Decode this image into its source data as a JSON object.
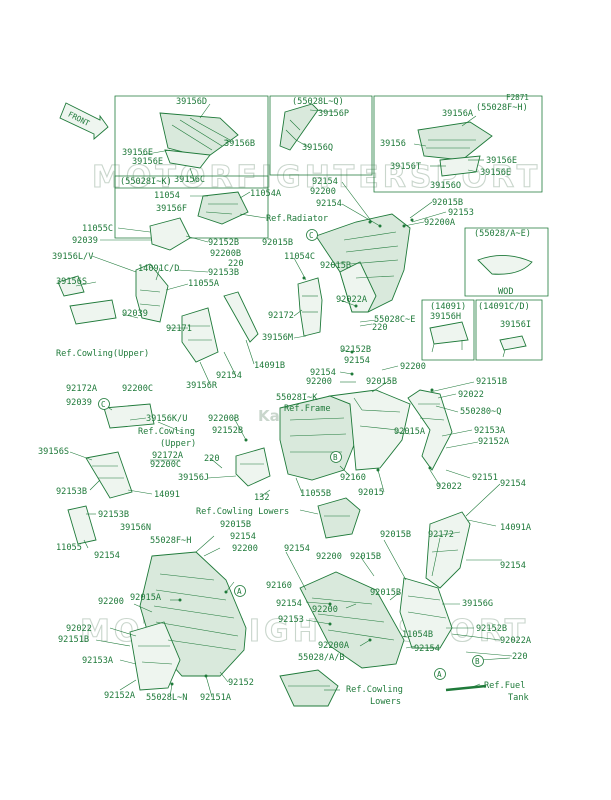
{
  "figure_code": "F2871",
  "front_arrow_text": "FRONT",
  "watermarks": [
    "MOTORFIGHTERSPORT",
    "MOTORFIGHTERSPORT",
    "Kawasaki"
  ],
  "circle_refs": [
    "C",
    "C",
    "B",
    "A",
    "A",
    "B"
  ],
  "labels": [
    "39156D",
    "39156B",
    "39156E",
    "39156E",
    "39156C",
    "(55028L~Q)",
    "39156P",
    "39156Q",
    "39156A",
    "(55028F~H)",
    "39156",
    "39156E",
    "39156T",
    "39156E",
    "39156O",
    "(55028I~K)",
    "11054",
    "11054A",
    "39156F",
    "Ref.Radiator",
    "92154",
    "92200",
    "92154",
    "92015B",
    "92153",
    "92200A",
    "11055C",
    "92039",
    "92152B",
    "92015B",
    "92200B",
    "220",
    "92153B",
    "39156L/V",
    "14091C/D",
    "11054C",
    "92015B",
    "11055A",
    "(55028/A~E)",
    "WOD",
    "39156S",
    "92022A",
    "(14091)",
    "39156H",
    "(14091C/D)",
    "39156I",
    "92039",
    "92171",
    "92172",
    "55028C~E",
    "220",
    "39156M",
    "92152B",
    "92154",
    "Ref.Cowling(Upper)",
    "92200",
    "14091B",
    "92154",
    "39156R",
    "92154",
    "92200",
    "92015B",
    "92151B",
    "92022",
    "92172A",
    "92200C",
    "55028I~K",
    "550280~Q",
    "92039",
    "Ref.Frame",
    "39156K/U",
    "Ref.Cowling",
    "(Upper)",
    "92200B",
    "92152B",
    "92015A",
    "92153A",
    "92152A",
    "39156S",
    "92172A",
    "220",
    "92200C",
    "39156J",
    "92160",
    "92151",
    "92015",
    "92022",
    "92153B",
    "14091",
    "132",
    "11055B",
    "92153B",
    "39156N",
    "Ref.Cowling Lowers",
    "92154",
    "11055",
    "92154",
    "92015B",
    "14091A",
    "55028F~H",
    "92154",
    "92200",
    "92015B",
    "92172",
    "92154",
    "92200",
    "92015B",
    "92154",
    "92160",
    "92200",
    "92015A",
    "92154",
    "92200",
    "92015B",
    "39156G",
    "92153",
    "92022",
    "92200A",
    "92152B",
    "92151B",
    "55028/A/B",
    "11054B",
    "92022A",
    "92154",
    "92153A",
    "220",
    "Ref.Cowling",
    "Lowers",
    "Ref.Fuel",
    "Tank",
    "92152A",
    "55028L~N",
    "92151A",
    "92152"
  ]
}
